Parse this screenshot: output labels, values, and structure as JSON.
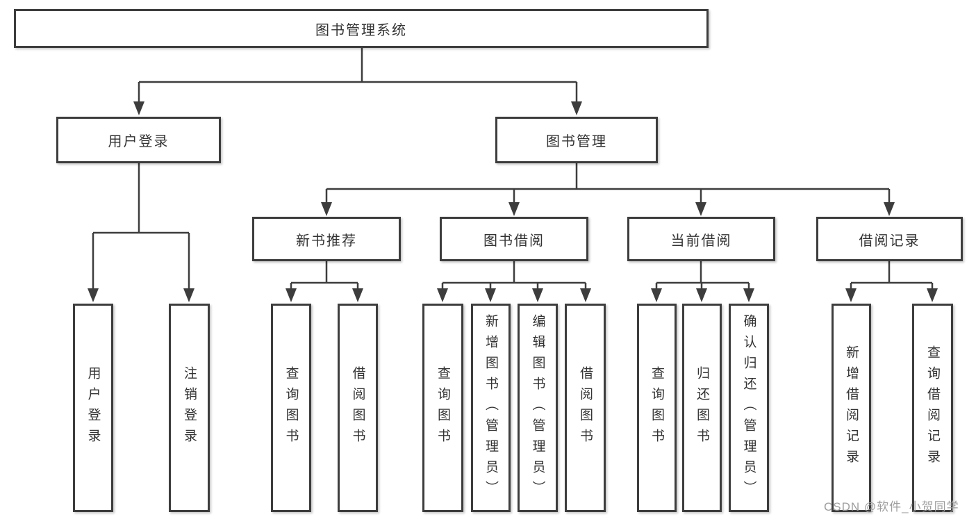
{
  "root": {
    "label": "图书管理系统"
  },
  "level1": [
    {
      "label": "用户登录"
    },
    {
      "label": "图书管理"
    }
  ],
  "level2": [
    {
      "label": "新书推荐"
    },
    {
      "label": "图书借阅"
    },
    {
      "label": "当前借阅"
    },
    {
      "label": "借阅记录"
    }
  ],
  "leaves": {
    "user_login": [
      "用户登录",
      "注销登录"
    ],
    "new_book_recommend": [
      "查询图书",
      "借阅图书"
    ],
    "book_borrowing": [
      "查询图书",
      "新增图书（管理员）",
      "编辑图书（管理员）",
      "借阅图书"
    ],
    "current_borrowing": [
      "查询图书",
      "归还图书",
      "确认归还（管理员）"
    ],
    "borrowing_records": [
      "新增借阅记录",
      "查询借阅记录"
    ]
  },
  "watermark": "CSDN @软件_小贺同学",
  "colors": {
    "line": "#3d3d3d",
    "box_border": "#3d3d3d",
    "text": "#333333",
    "watermark": "#9e9e9e",
    "background": "#ffffff"
  }
}
